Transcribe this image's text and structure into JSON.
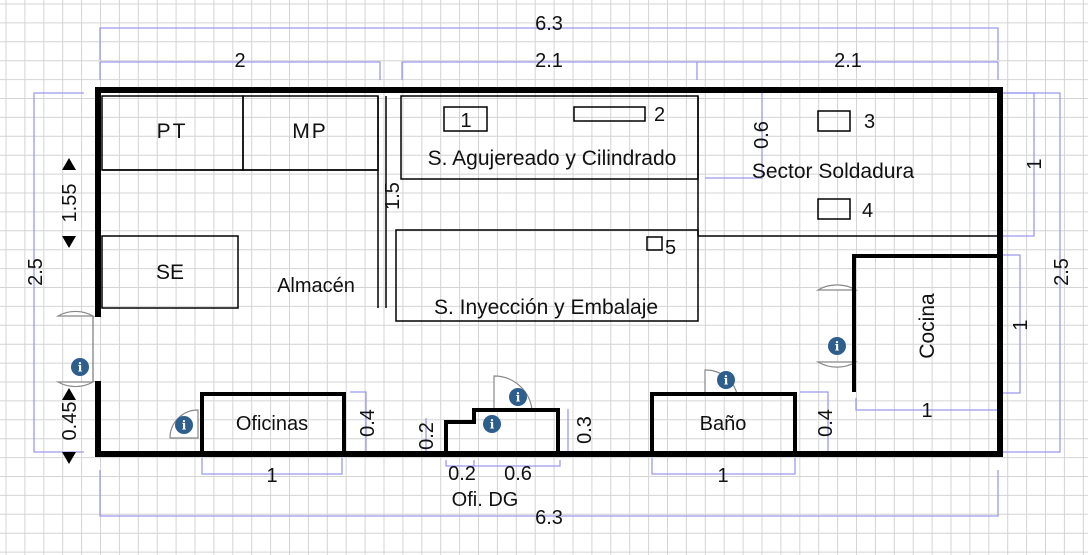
{
  "rooms": {
    "pt": "PT",
    "mp": "MP",
    "se": "SE",
    "almacen": "Almacén",
    "agujereado": "S. Agujereado y Cilindrado",
    "inyeccion": "S. Inyección y Embalaje",
    "soldadura": "Sector Soldadura",
    "cocina": "Cocina",
    "oficinas": "Oficinas",
    "bano": "Baño",
    "ofi_dg": "Ofi. DG"
  },
  "machines": {
    "m1": "1",
    "m2": "2",
    "m3": "3",
    "m4": "4",
    "m5": "5"
  },
  "dimensions": {
    "total_top": "6.3",
    "top_left": "2",
    "top_mid": "2.1",
    "top_right": "2.1",
    "left_total": "2.5",
    "left_upper": "1.55",
    "left_lower": "0.45",
    "right_total": "2.5",
    "right_upper": "1",
    "right_cocina": "1",
    "cocina_width": "1",
    "partition_height": "1.5",
    "soldadura_gap": "0.6",
    "oficinas_h": "0.4",
    "oficinas_w": "1",
    "dg_left_h": "0.2",
    "dg_right_h": "0.3",
    "dg_w1": "0.2",
    "dg_w2": "0.6",
    "bano_h": "0.4",
    "bano_w": "1",
    "total_bottom": "6.3"
  },
  "info_icon": "i",
  "colors": {
    "dimension": "#9a9aee",
    "info": "#2d5e8c",
    "wall": "#000000",
    "grid": "#d4d4d4"
  }
}
